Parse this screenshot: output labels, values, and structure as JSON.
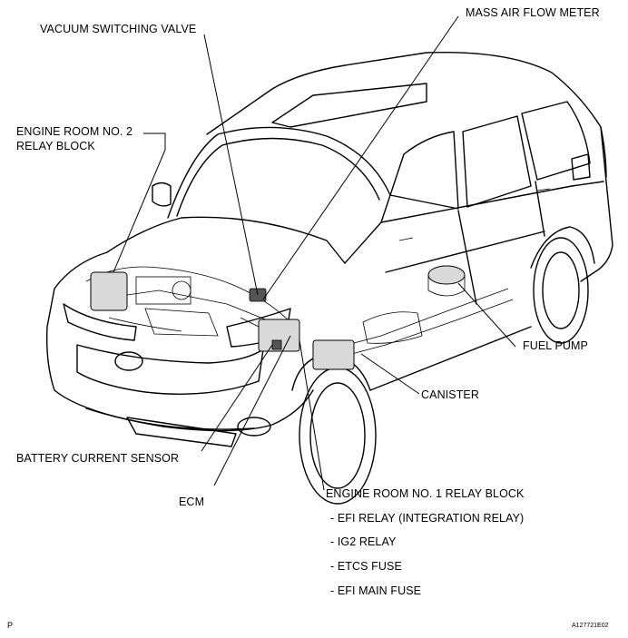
{
  "labels": {
    "vacuum_switching_valve": "VACUUM SWITCHING VALVE",
    "mass_air_flow_meter": "MASS AIR FLOW METER",
    "engine_room_no2_line1": "ENGINE ROOM NO. 2",
    "engine_room_no2_line2": "RELAY BLOCK",
    "fuel_pump": "FUEL PUMP",
    "canister": "CANISTER",
    "battery_current_sensor": "BATTERY CURRENT SENSOR",
    "ecm": "ECM",
    "engine_room_no1": "ENGINE ROOM NO. 1 RELAY BLOCK",
    "sub_items": [
      "- EFI RELAY (INTEGRATION RELAY)",
      "- IG2 RELAY",
      "- ETCS FUSE",
      "- EFI MAIN FUSE"
    ]
  },
  "footer": {
    "left_code": "P",
    "right_code": "A127721E02"
  }
}
